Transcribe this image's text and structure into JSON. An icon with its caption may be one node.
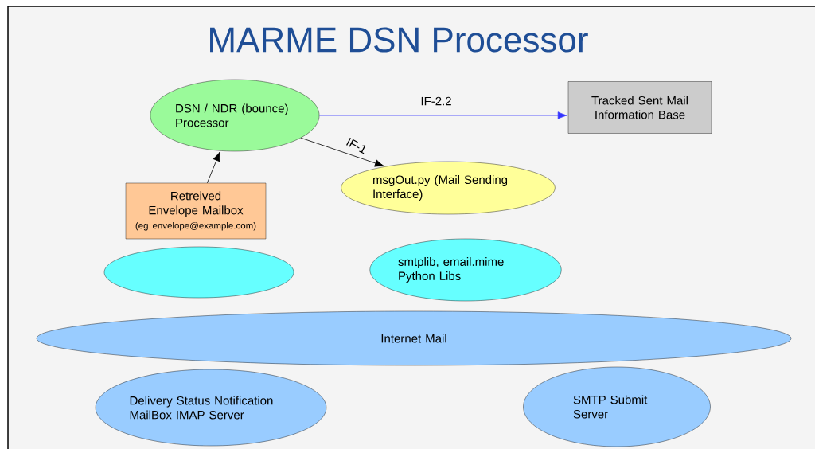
{
  "diagram": {
    "title": "MARME DSN Processor",
    "nodes": [
      {
        "text": [
          "DSN / NDR (bounce) Processor"
        ]
      },
      {
        "text": [
          "Tracked Sent Mail Information Base"
        ]
      },
      {
        "text": [
          "msgOut.py (Mail Sending Interface)"
        ]
      },
      {
        "text": [
          "Retreived Envelope Mailbox",
          "(eg envelope@example.com)"
        ]
      },
      {
        "text": [],
        "shape": "ellipse"
      },
      {
        "text": [
          "smtplib, email.mime Python Libs"
        ]
      },
      {
        "text": [
          "Internet Mail"
        ]
      },
      {
        "text": [
          "Delivery Status Notification MailBox IMAP Server"
        ]
      },
      {
        "text": [
          "SMTP Submit Server"
        ]
      }
    ],
    "edges": [
      {
        "from": 0,
        "to": 1,
        "arrow": "to",
        "label": "IF-2.2",
        "color": "#3333ff"
      },
      {
        "from": 0,
        "to": 2,
        "arrow": "to",
        "label": "IF-1"
      },
      {
        "from": 3,
        "to": 0,
        "arrow": "to"
      }
    ]
  }
}
